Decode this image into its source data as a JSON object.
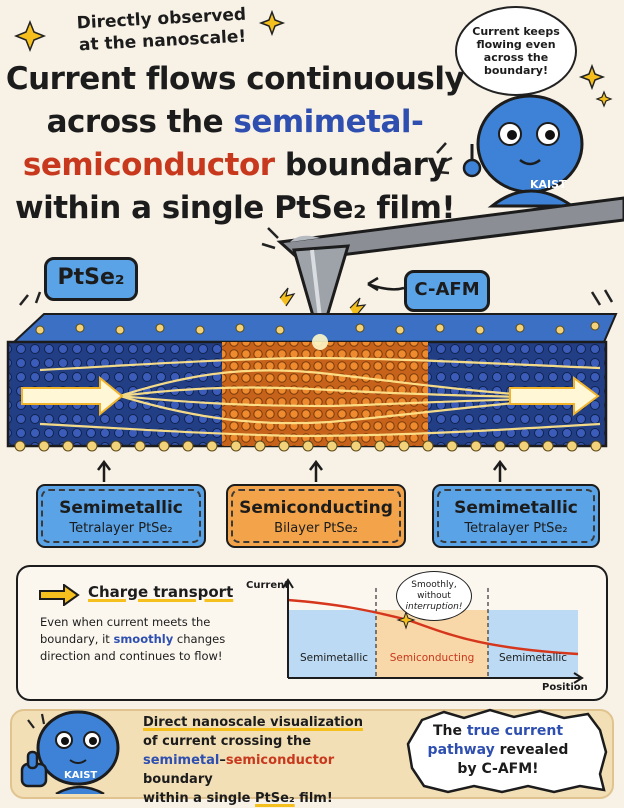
{
  "header": {
    "top_note_line1": "Directly observed",
    "top_note_line2": "at the nanoscale!",
    "headline_line1": "Current flows continuously",
    "headline_line2_a": "across the ",
    "headline_line2_b": "semimetal-",
    "headline_line3_a": "semiconductor",
    "headline_line3_b": " boundary",
    "headline_line4": "within a single PtSe₂ film!"
  },
  "mascot_top": {
    "speech": [
      "Current keeps",
      "flowing even",
      "across the",
      "boundary!"
    ],
    "badge": "KAIST"
  },
  "diagram": {
    "material_tag": "PtSe₂",
    "probe_tag": "C-AFM",
    "regions": [
      {
        "title": "Semimetallic",
        "subtitle": "Tetralayer PtSe₂"
      },
      {
        "title": "Semiconducting",
        "subtitle": "Bilayer PtSe₂"
      },
      {
        "title": "Semimetallic",
        "subtitle": "Tetralayer PtSe₂"
      }
    ]
  },
  "panel": {
    "heading": "Charge transport",
    "text_a": "Even when current meets the boundary, it ",
    "text_highlight": "smoothly",
    "text_b": " changes direction and continues to flow!",
    "chart": {
      "y_label": "Current",
      "x_label": "Position",
      "regions": [
        "Semimetallic",
        "Semiconducting",
        "Semimetallic"
      ],
      "callout": [
        "Smoothly,",
        "without",
        "interruption!"
      ]
    }
  },
  "footer": {
    "badge": "KAIST",
    "line1": "Direct nanoscale visualization",
    "line2": "of current crossing the",
    "line3_a": "semimetal",
    "line3_b": "–",
    "line3_c": "semiconductor",
    "line3_d": " boundary",
    "line4_a": "within a single ",
    "line4_b": "PtSe₂",
    "line4_c": " film!",
    "bubble_a": "The ",
    "bubble_b": "true current pathway",
    "bubble_c": " revealed by C-AFM!"
  },
  "colors": {
    "blue_region": "#1f3f8f",
    "orange_region": "#e07a1f",
    "tag_blue": "#5aa3e6",
    "tag_orange": "#f3a44a",
    "accent_red": "#c8381c",
    "accent_blue": "#2e4fb0"
  }
}
